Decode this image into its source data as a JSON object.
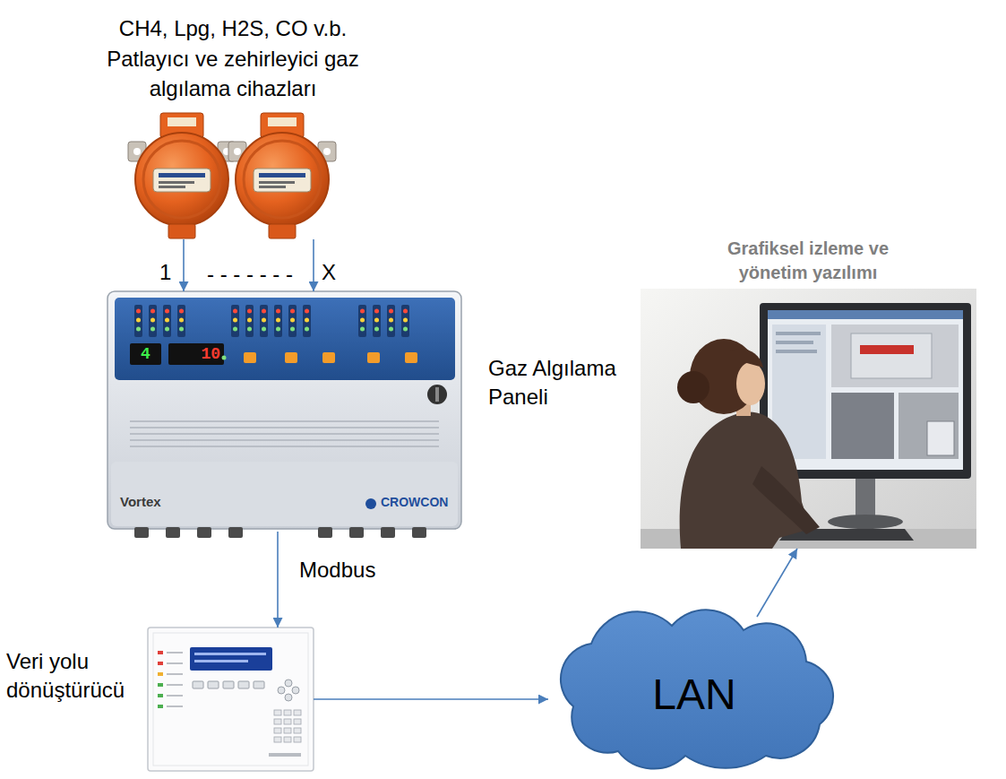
{
  "diagram": {
    "nodes": [
      {
        "text": [
          "CH4, Lpg, H2S, CO v.b. Patlayıcı ve zehirleyici gaz algılama cihazları"
        ]
      },
      {
        "text": [
          "Gaz Algılama Paneli",
          "4",
          "10",
          "Vortex",
          "CROWCON"
        ]
      },
      {
        "text": [
          "Veri yolu dönüştürücü"
        ]
      },
      {
        "text": [
          "LAN"
        ]
      },
      {
        "text": [
          "Grafiksel izleme ve yönetim yazılımı"
        ]
      }
    ],
    "edges": [
      {
        "from": 0,
        "to": 1,
        "arrow": "to",
        "label": "1"
      },
      {
        "from": 0,
        "to": 1,
        "arrow": "to",
        "label": "X"
      },
      {
        "from": 1,
        "to": 2,
        "arrow": "to",
        "label": "Modbus"
      },
      {
        "from": 2,
        "to": 3,
        "arrow": "to"
      },
      {
        "from": 3,
        "to": 4,
        "arrow": "to"
      }
    ],
    "labels": [
      "- - - - - - -"
    ]
  }
}
